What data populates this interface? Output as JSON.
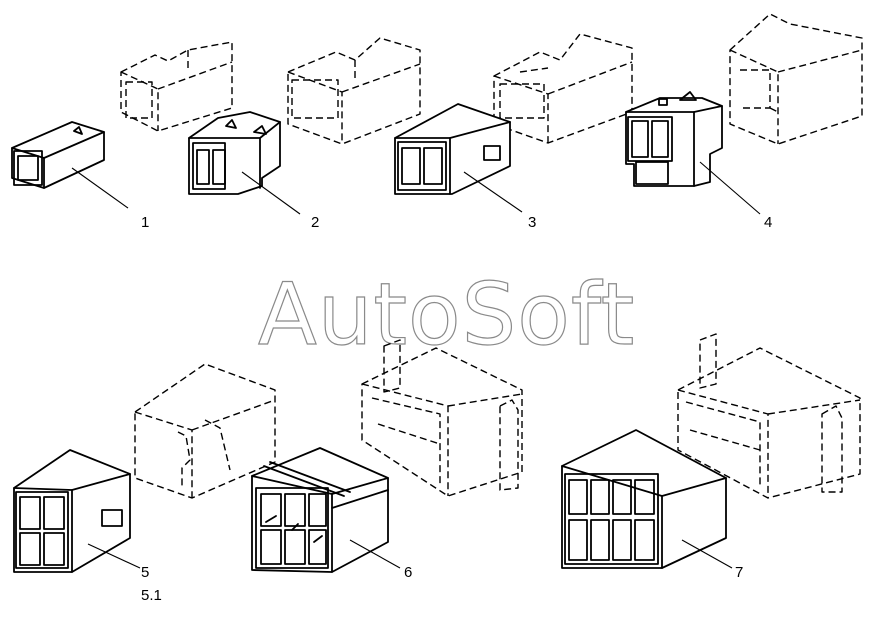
{
  "watermark": {
    "text": "AutoSoft"
  },
  "callouts": [
    {
      "id": "c1",
      "label": "1"
    },
    {
      "id": "c2",
      "label": "2"
    },
    {
      "id": "c3",
      "label": "3"
    },
    {
      "id": "c4",
      "label": "4"
    },
    {
      "id": "c5",
      "label": "5"
    },
    {
      "id": "c51",
      "label": "5.1"
    },
    {
      "id": "c6",
      "label": "6"
    },
    {
      "id": "c7",
      "label": "7"
    }
  ]
}
